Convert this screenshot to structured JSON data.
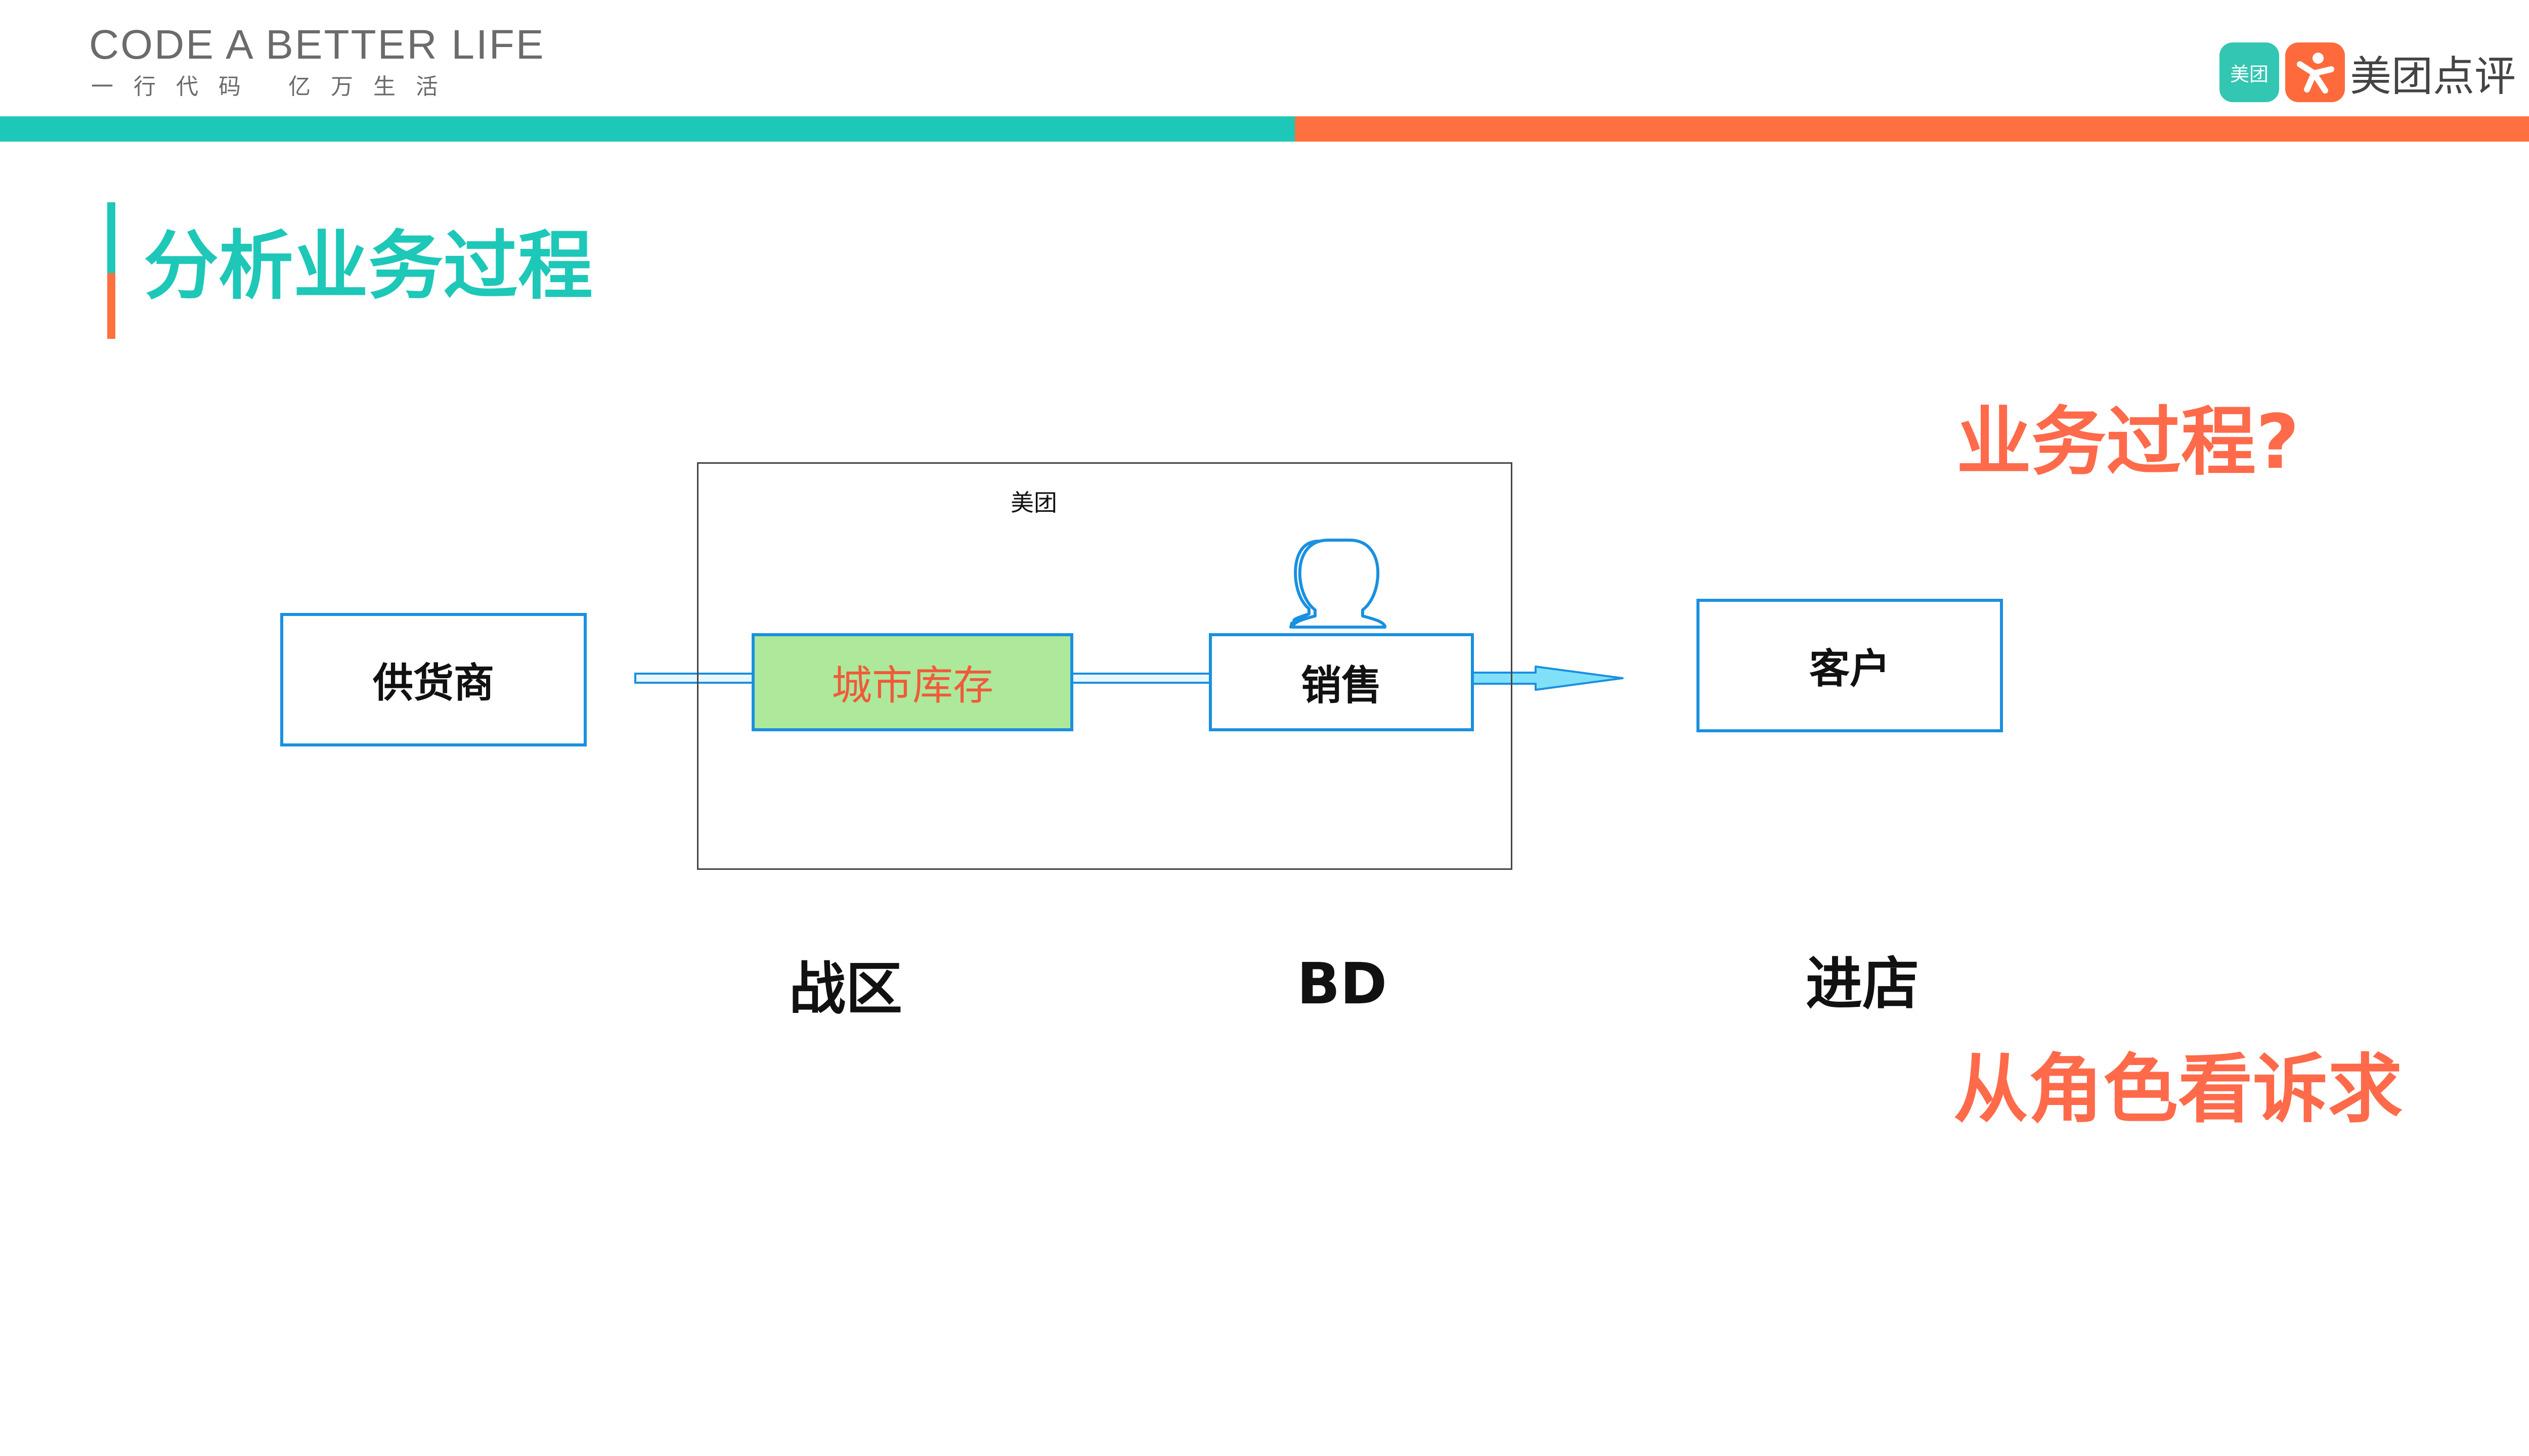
{
  "header": {
    "tagline": "CODE A BETTER LIFE",
    "tagline_sub": "一行代码 亿万生活",
    "logo_tile_text": "美团",
    "logo_text": "美团点评"
  },
  "colors": {
    "teal": "#1dc8b8",
    "orange": "#ff7040",
    "box_border": "#1a90e0",
    "inventory_fill": "#aee89a",
    "accent_text": "#ff6a4a"
  },
  "slide": {
    "title": "分析业务过程"
  },
  "diagram": {
    "container_label": "美团",
    "supplier": "供货商",
    "inventory": "城市库存",
    "sales": "销售",
    "customer": "客户"
  },
  "labels": {
    "zone": "战区",
    "bd": "BD",
    "visit": "进店",
    "question": "业务过程?",
    "perspective": "从角色看诉求"
  }
}
